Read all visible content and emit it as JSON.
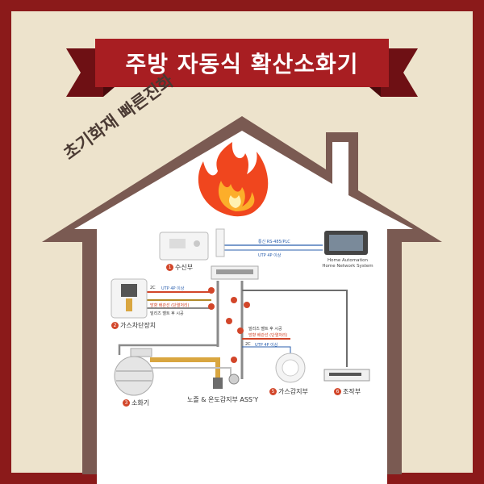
{
  "title": "주방 자동식 확산소화기",
  "tagline": "초기화재 빠른진화",
  "colors": {
    "frame": "#8b1a1a",
    "background": "#ede3cc",
    "house_outline": "#7a5a52",
    "banner": "#a81e22",
    "flame": "#f0461e"
  },
  "icons": [
    "flame-icon"
  ],
  "components": [
    {
      "num": "1",
      "label": "수신부"
    },
    {
      "num": "2",
      "label": "가스차단장치"
    },
    {
      "num": "3",
      "label": "소화기"
    },
    {
      "num": "",
      "label": "노즐 & 온도감지부 ASS'Y"
    },
    {
      "num": "5",
      "label": "가스감지부"
    },
    {
      "num": "6",
      "label": "조작부"
    }
  ],
  "home_network": {
    "line1": "Home Automation",
    "line2": "Home Network System"
  },
  "link_top": {
    "protocol": "통신 RS-485/PLC",
    "cable": "UTP 4P 이상"
  },
  "cable_notes": {
    "gas_valve_wire": "2C",
    "gas_valve_cable": "UTP 4P 이상",
    "gas_valve_red": "방향 배관선 (단열처리)",
    "gas_valve_gray": "빌리즈 벨트 후 시공",
    "center_gray": "빌리즈 벨트 후 시공",
    "center_red": "방향 배관선 (단열처리)",
    "center_wire": "2C",
    "center_cable": "UTP 4P 이상"
  }
}
